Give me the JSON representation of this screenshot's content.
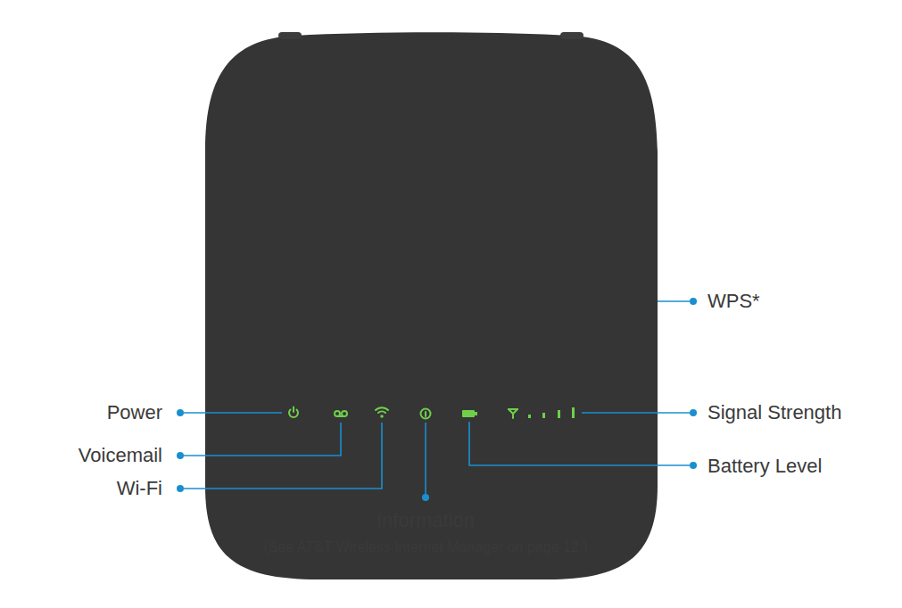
{
  "diagram": {
    "labels": [
      "WPS*",
      "Power",
      "Signal Strength",
      "Voicemail",
      "Battery Level",
      "Wi-Fi",
      "Information",
      "(See AT&T Wireless Internet Manager on page 12.)"
    ]
  }
}
